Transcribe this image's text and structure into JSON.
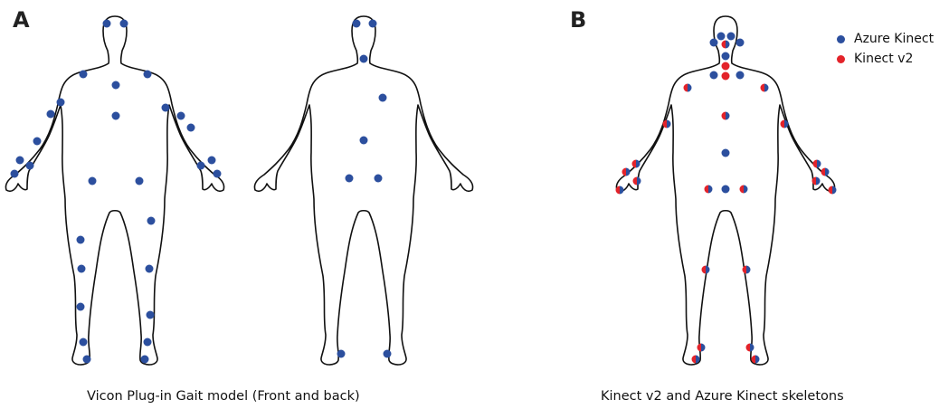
{
  "panels": {
    "a_label": "A",
    "b_label": "B"
  },
  "captions": {
    "left": "Vicon Plug-in Gait model (Front and back)",
    "right": "Kinect v2 and Azure Kinect skeletons"
  },
  "legend": {
    "items": [
      {
        "label": "Azure Kinect",
        "color": "#2c4f9e"
      },
      {
        "label": "Kinect v2",
        "color": "#e3232a"
      }
    ]
  },
  "colors": {
    "azure": "#2c4f9e",
    "kinect_v2": "#e3232a",
    "outline": "#111111"
  }
}
